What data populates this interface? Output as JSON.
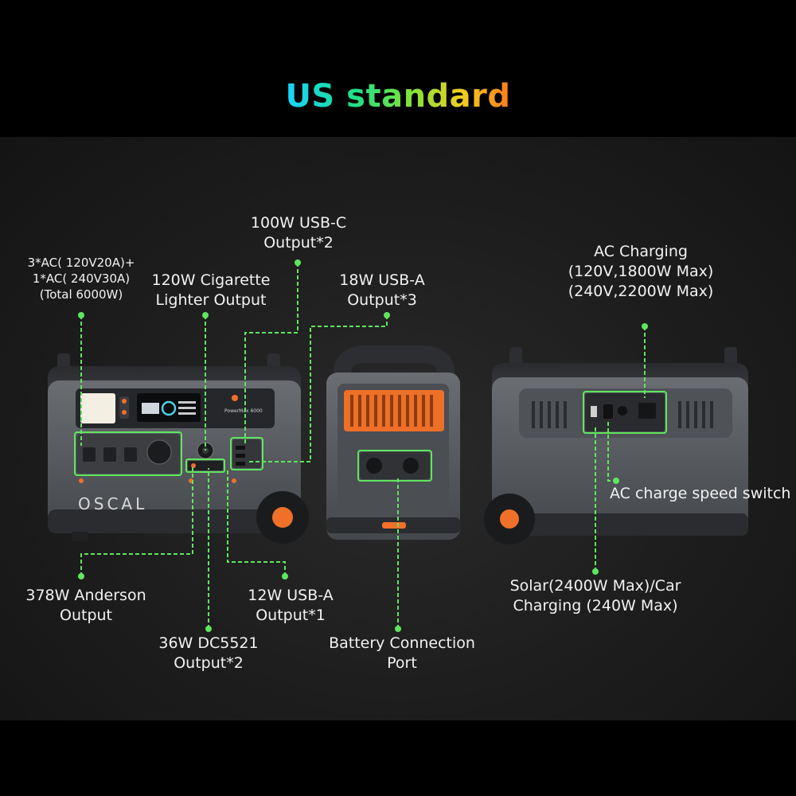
{
  "title": "US standard",
  "brand_text": "OSCAL",
  "model_text": "PowerMax 6000",
  "colors": {
    "accent_green": "#5fe65f",
    "accent_orange": "#f0702a",
    "body_gray": "#55585d",
    "background": "#1f1f1f"
  },
  "labels": {
    "ac_output": [
      "3*AC( 120V20A)+",
      "1*AC( 240V30A)",
      "(Total 6000W)"
    ],
    "cigarette": [
      "120W Cigarette",
      "Lighter Output"
    ],
    "usbc": [
      "100W USB-C",
      "Output*2"
    ],
    "usba18": [
      "18W USB-A",
      "Output*3"
    ],
    "ac_charging": [
      "AC Charging",
      "(120V,1800W Max)",
      "(240V,2200W Max)"
    ],
    "anderson": [
      "378W Anderson",
      "Output"
    ],
    "dc5521": [
      "36W DC5521",
      "Output*2"
    ],
    "usba12": [
      "12W USB-A",
      "Output*1"
    ],
    "battery_port": [
      "Battery Connection",
      "Port"
    ],
    "ac_speed_switch": [
      "AC charge speed switch"
    ],
    "solar": [
      "Solar(2400W Max)/Car",
      "Charging (240W Max)"
    ]
  }
}
